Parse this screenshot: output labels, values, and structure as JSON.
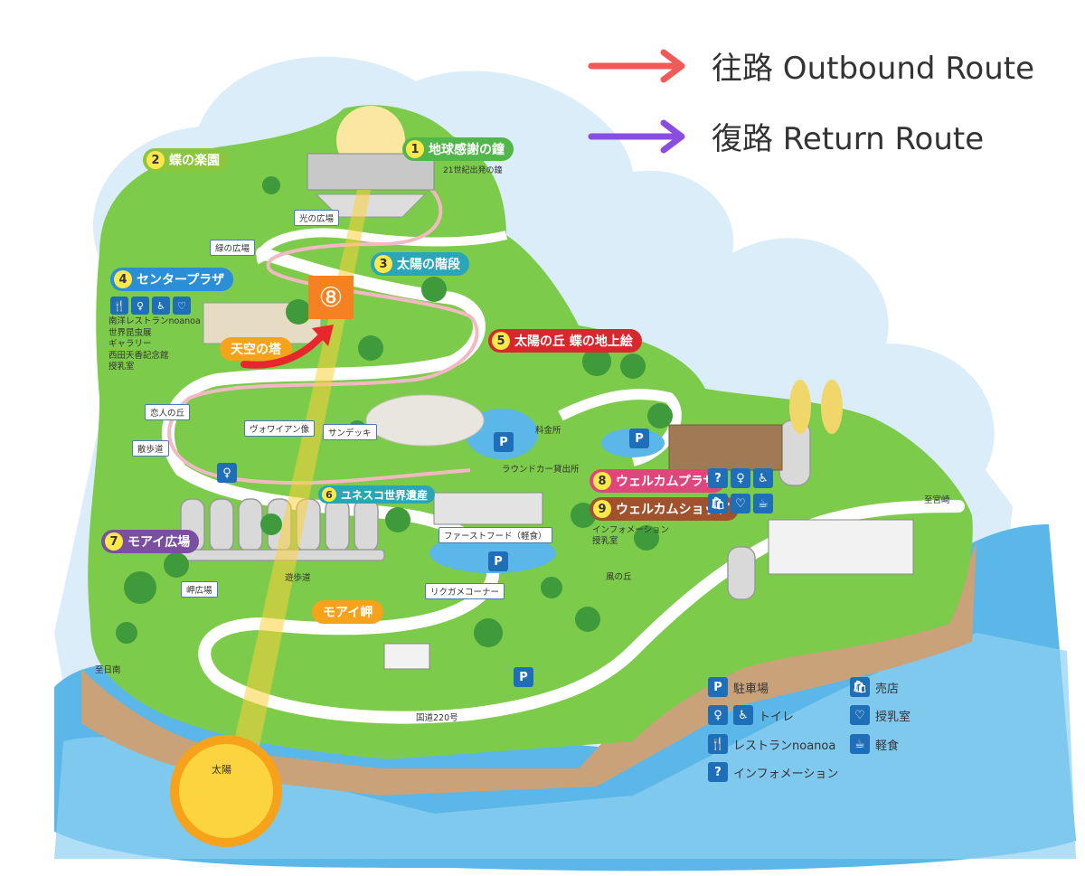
{
  "route_legend": {
    "outbound": {
      "label": "往路 Outbound Route",
      "color": "#f25a5a"
    },
    "return": {
      "label": "復路 Return Route",
      "color": "#8a4de0"
    }
  },
  "spots": [
    {
      "num": "1",
      "label": "地球感謝の鐘",
      "color": "#52b74a"
    },
    {
      "num": "2",
      "label": "蝶の楽園",
      "color": "#8cc63f"
    },
    {
      "num": "3",
      "label": "太陽の階段",
      "color": "#2aa6b8"
    },
    {
      "num": "4",
      "label": "センタープラザ",
      "color": "#2a8fd6"
    },
    {
      "num": "5",
      "label": "太陽の丘 蝶の地上絵",
      "color": "#d8282e"
    },
    {
      "num": "6",
      "label": "ユネスコ世界遺産",
      "color": "#2aa6b8"
    },
    {
      "num": "7",
      "label": "モアイ広場",
      "color": "#7a4fa0"
    },
    {
      "num": "8",
      "label": "ウェルカムプラザ",
      "color": "#e0457b"
    },
    {
      "num": "9",
      "label": "ウェルカムショップ",
      "color": "#a0522d"
    }
  ],
  "marker": {
    "number": "⑧",
    "color": "#f58220"
  },
  "tower_label": "天空の塔",
  "misaki_label": "モアイ岬",
  "bell_sub": "21世紀出発の鐘",
  "place_labels": {
    "hikari": "光の広場",
    "midori": "緑の広場",
    "koibito": "恋人の丘",
    "sanpo": "散歩道",
    "vowaian": "ヴォワイアン像",
    "sundeck": "サンデッキ",
    "misaki_hiroba": "岬広場",
    "fastfood": "ファーストフード（軽食）",
    "rikugame": "リクガメコーナー"
  },
  "plain_labels": {
    "ryokin": "料金所",
    "roundcar": "ラウンドカー貸出所",
    "info": "インフォメーション",
    "junyu": "授乳室",
    "kaze": "風の丘",
    "yuhodo": "遊歩道",
    "shinichinan": "至日南",
    "shimiyazaki": "至宮崎",
    "kokudo": "国道220号",
    "taiyo": "太陽"
  },
  "center_facilities": [
    "南洋レストランnoanoa",
    "世界昆虫展",
    "ギャラリー",
    "西田天香記念館",
    "授乳室"
  ],
  "facility_legend": [
    {
      "icon": "P",
      "icon_name": "parking-icon",
      "label": "駐車場"
    },
    {
      "icon": "🛍",
      "icon_name": "shop-icon",
      "label": "売店"
    },
    {
      "icon": "♿",
      "icon_name": "toilet-icon",
      "label": "トイレ"
    },
    {
      "icon": "♡",
      "icon_name": "nursing-room-icon",
      "label": "授乳室"
    },
    {
      "icon": "🍴",
      "icon_name": "restaurant-icon",
      "label": "レストランnoanoa"
    },
    {
      "icon": "☕",
      "icon_name": "light-meal-icon",
      "label": "軽食"
    },
    {
      "icon": "?",
      "icon_name": "information-icon",
      "label": "インフォメーション"
    }
  ],
  "colors": {
    "sea": "#5ab7e8",
    "land": "#7ccb4a",
    "cliff": "#c9a27a",
    "path": "#ffffff",
    "sky": "#d9ecfa"
  }
}
